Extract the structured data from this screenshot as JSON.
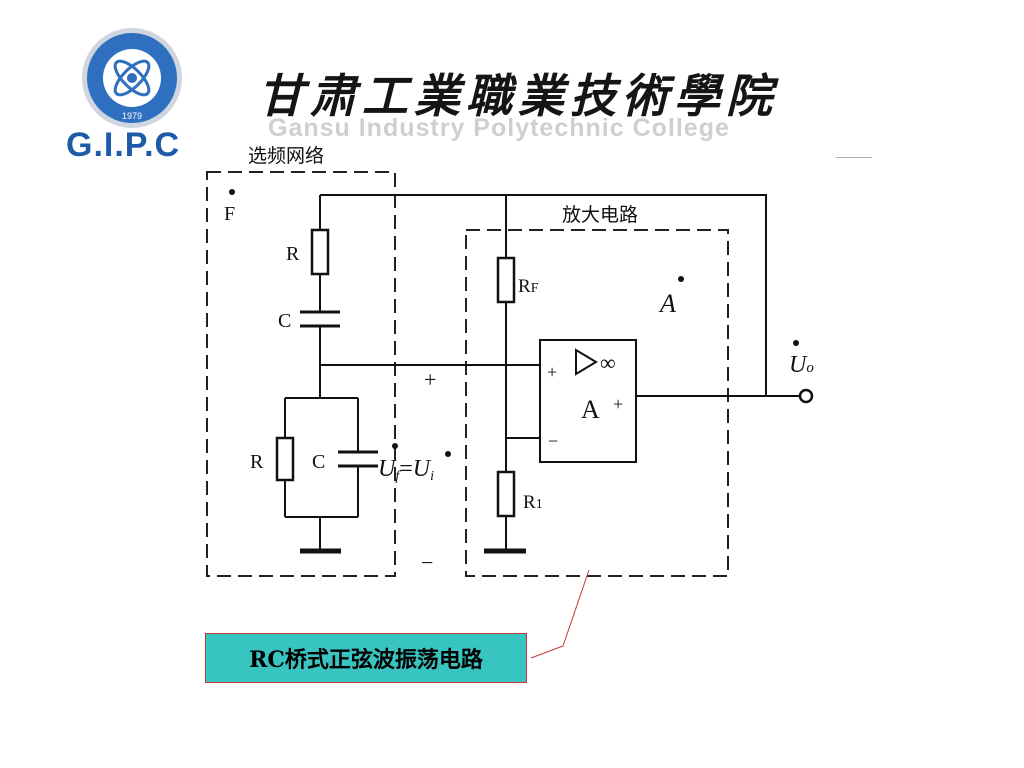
{
  "header": {
    "college_name_cn": "甘肃工業職業技術學院",
    "college_name_en": "Gansu Industry Polytechnic College",
    "logo_abbrev": "G.I.P.C",
    "logo_year": "1979"
  },
  "diagram": {
    "selector_label": "选频网络",
    "amplifier_label": "放大电路",
    "feedback_symbol": "F",
    "gain_symbol": "A",
    "resistor_label": "R",
    "capacitor_label": "C",
    "feedback_resistor": "R",
    "feedback_resistor_sub": "F",
    "ground_resistor": "R",
    "ground_resistor_sub": "1",
    "opamp_infinity": "∞",
    "opamp_name": "A",
    "opamp_out_sign": "+",
    "plus_sign": "+",
    "minus_sign": "−",
    "input_plus": "+",
    "input_minus": "−",
    "output_voltage": "U",
    "output_sub": "o",
    "feedback_voltage": "U",
    "feedback_sub": "f",
    "equals": "=",
    "input_voltage": "U",
    "input_sub": "i"
  },
  "caption": "RC桥式正弦波振荡电路",
  "colors": {
    "brand_blue": "#1d5aa8",
    "caption_fill": "#38c5c2",
    "caption_border": "#c2393a",
    "leader_line": "#c2393a"
  }
}
